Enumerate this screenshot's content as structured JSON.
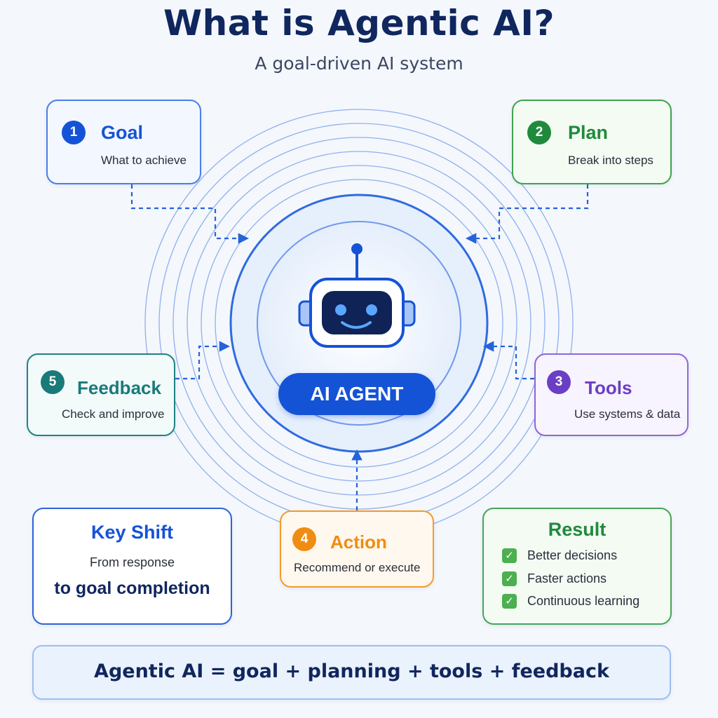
{
  "header": {
    "title": "What is Agentic AI?",
    "subtitle": "A goal-driven AI system"
  },
  "center": {
    "label": "AI AGENT",
    "icon": "robot-icon"
  },
  "steps": {
    "goal": {
      "number": "1",
      "title": "Goal",
      "description": "What to achieve",
      "color": "#1553d6"
    },
    "plan": {
      "number": "2",
      "title": "Plan",
      "description": "Break into steps",
      "color": "#1f8a3c"
    },
    "tools": {
      "number": "3",
      "title": "Tools",
      "description": "Use systems & data",
      "color": "#6b3fc4"
    },
    "action": {
      "number": "4",
      "title": "Action",
      "description": "Recommend or execute",
      "color": "#f08c12"
    },
    "feedback": {
      "number": "5",
      "title": "Feedback",
      "description": "Check and improve",
      "color": "#1a7a7a"
    }
  },
  "key_shift": {
    "title": "Key Shift",
    "line1": "From response",
    "line2": "to goal completion"
  },
  "result": {
    "title": "Result",
    "items": [
      "Better decisions",
      "Faster actions",
      "Continuous learning"
    ],
    "icon": "checkbox-icon"
  },
  "formula": "Agentic AI = goal + planning + tools + feedback"
}
